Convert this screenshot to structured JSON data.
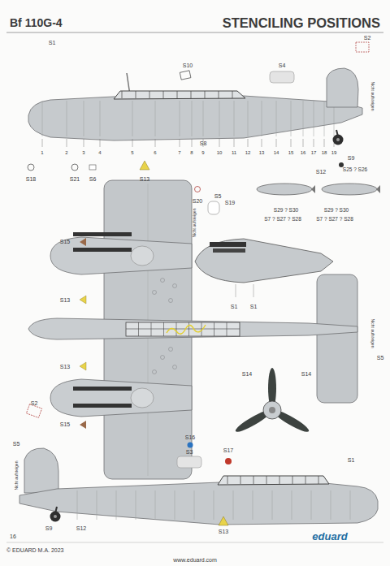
{
  "diagram": {
    "title": "STENCILING POSITIONS",
    "labels": [
      "Bf 110G-4",
      "S1",
      "S10",
      "S4",
      "S2",
      "Nicht aufsteigen",
      "1",
      "2",
      "3",
      "4",
      "5",
      "6",
      "7",
      "8",
      "9",
      "10",
      "11",
      "12",
      "13",
      "14",
      "15",
      "16",
      "17",
      "18",
      "19",
      "S8",
      "S9",
      "S12",
      "S25 ? S26",
      "S18",
      "S21",
      "S6",
      "S13",
      "S20",
      "S5",
      "Nicht aufsteigen",
      "S19",
      "S29 ? S30",
      "S7 ? S27 ? S28",
      "S29 ? S30",
      "S7 ? S27 ? S28",
      "S15",
      "S13",
      "S1",
      "S1",
      "S13",
      "S15",
      "S5",
      "Nicht aufsteigen",
      "S14",
      "S14",
      "S2",
      "S5",
      "Nicht aufsteigen",
      "S16",
      "S3",
      "S17",
      "S1",
      "S9",
      "S12",
      "S13",
      "16",
      "© EDUARD M.A. 2023",
      "www.eduard.com",
      "eduard"
    ]
  }
}
